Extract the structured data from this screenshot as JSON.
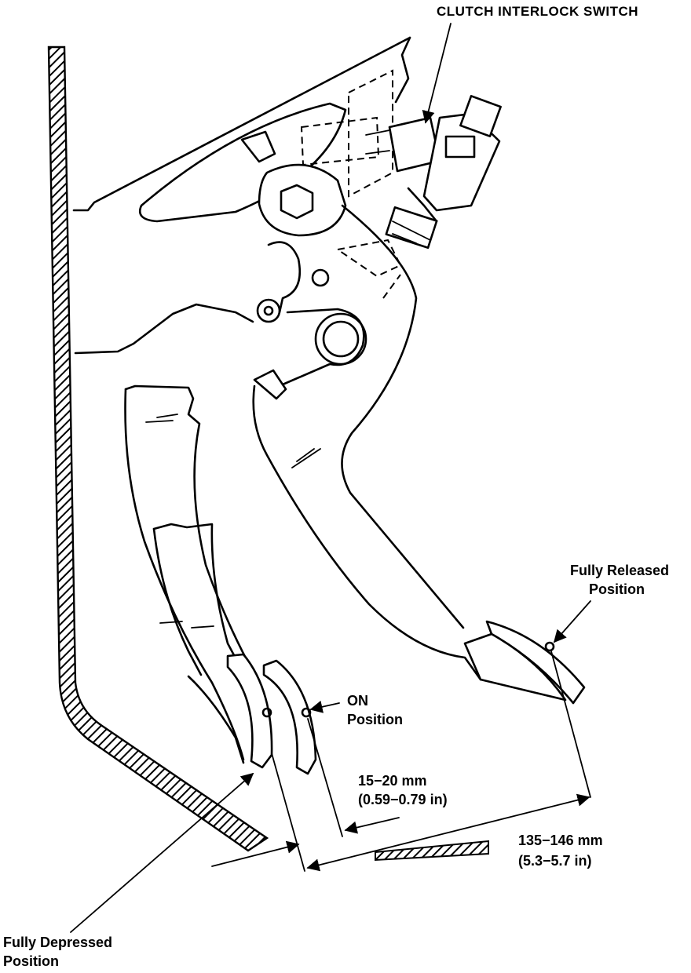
{
  "labels": {
    "clutch_interlock_switch": "CLUTCH INTERLOCK SWITCH",
    "fully_released_line1": "Fully Released",
    "fully_released_line2": "Position",
    "on_line1": "ON",
    "on_line2": "Position",
    "fully_depressed_line1": "Fully Depressed",
    "fully_depressed_line2": "Position",
    "on_travel_mm": "15−20 mm",
    "on_travel_in": "(0.59−0.79 in)",
    "full_travel_mm": "135−146 mm",
    "full_travel_in": "(5.3−5.7 in)"
  },
  "colors": {
    "ink": "#000000",
    "background": "#ffffff"
  }
}
